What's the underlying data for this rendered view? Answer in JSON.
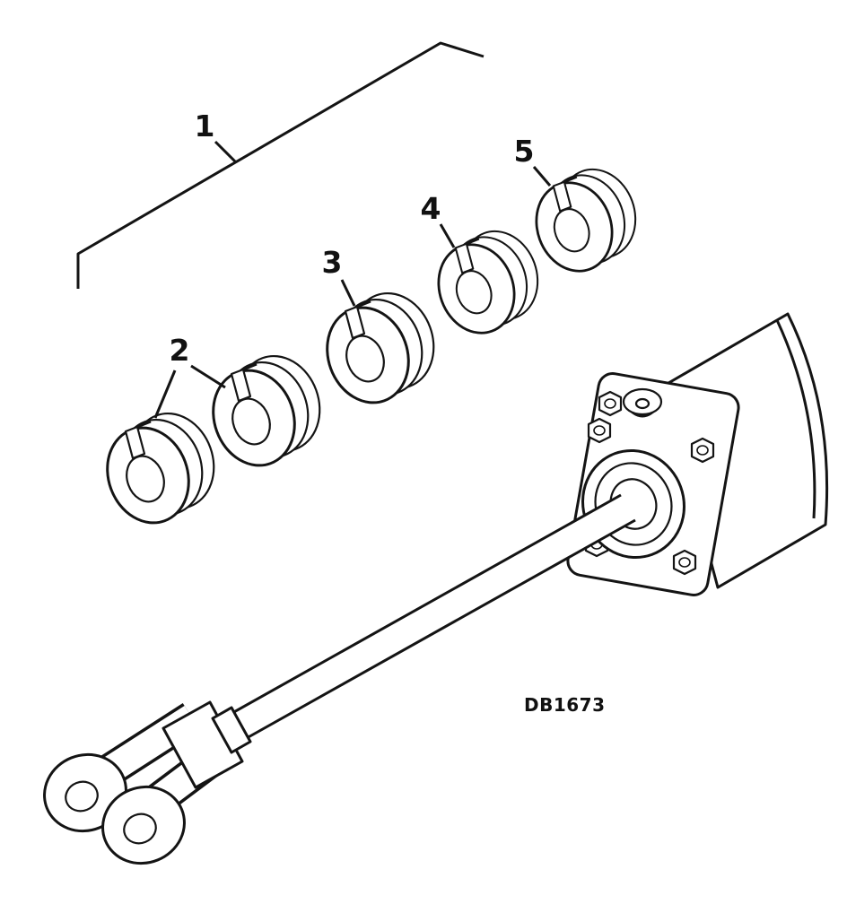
{
  "figure": {
    "drawing_number": "DB1673",
    "callouts": [
      "1",
      "2",
      "3",
      "4",
      "5"
    ]
  },
  "colors": {
    "ink": "#141414",
    "background": "#ffffff"
  }
}
